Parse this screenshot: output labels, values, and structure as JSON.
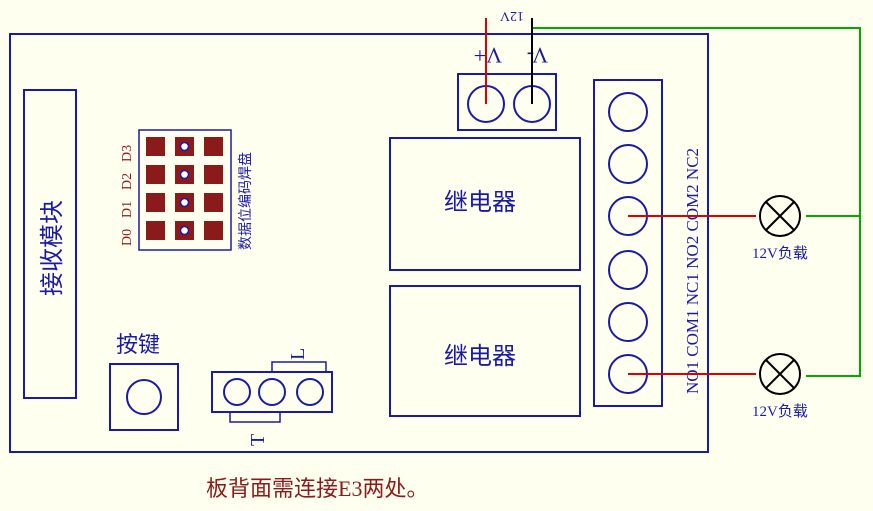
{
  "power": {
    "supply_label": "12V",
    "vplus_label": "V+",
    "vminus_label": "V-"
  },
  "receiver": {
    "label": "接收模块"
  },
  "data_pads": {
    "pins": [
      "D0",
      "D1",
      "D2",
      "D3"
    ],
    "label": "数据位编码焊盘"
  },
  "relays": [
    {
      "label": "继电器"
    },
    {
      "label": "继电器"
    }
  ],
  "terminals": [
    "NO1",
    "COM1",
    "NC1",
    "NO2",
    "COM2",
    "NC2"
  ],
  "loads": [
    {
      "label": "12V负载"
    },
    {
      "label": "12V负载"
    }
  ],
  "button": {
    "label": "按键"
  },
  "jumper": {
    "t_label": "T",
    "l_label": "L"
  },
  "note": "板背面需连接E3两处。",
  "colors": {
    "board": "#1a1aa8",
    "positive_wire": "#dd0000",
    "negative_wire": "#000000",
    "load_wire": "#00aa00",
    "pad": "#8b1a1a"
  }
}
